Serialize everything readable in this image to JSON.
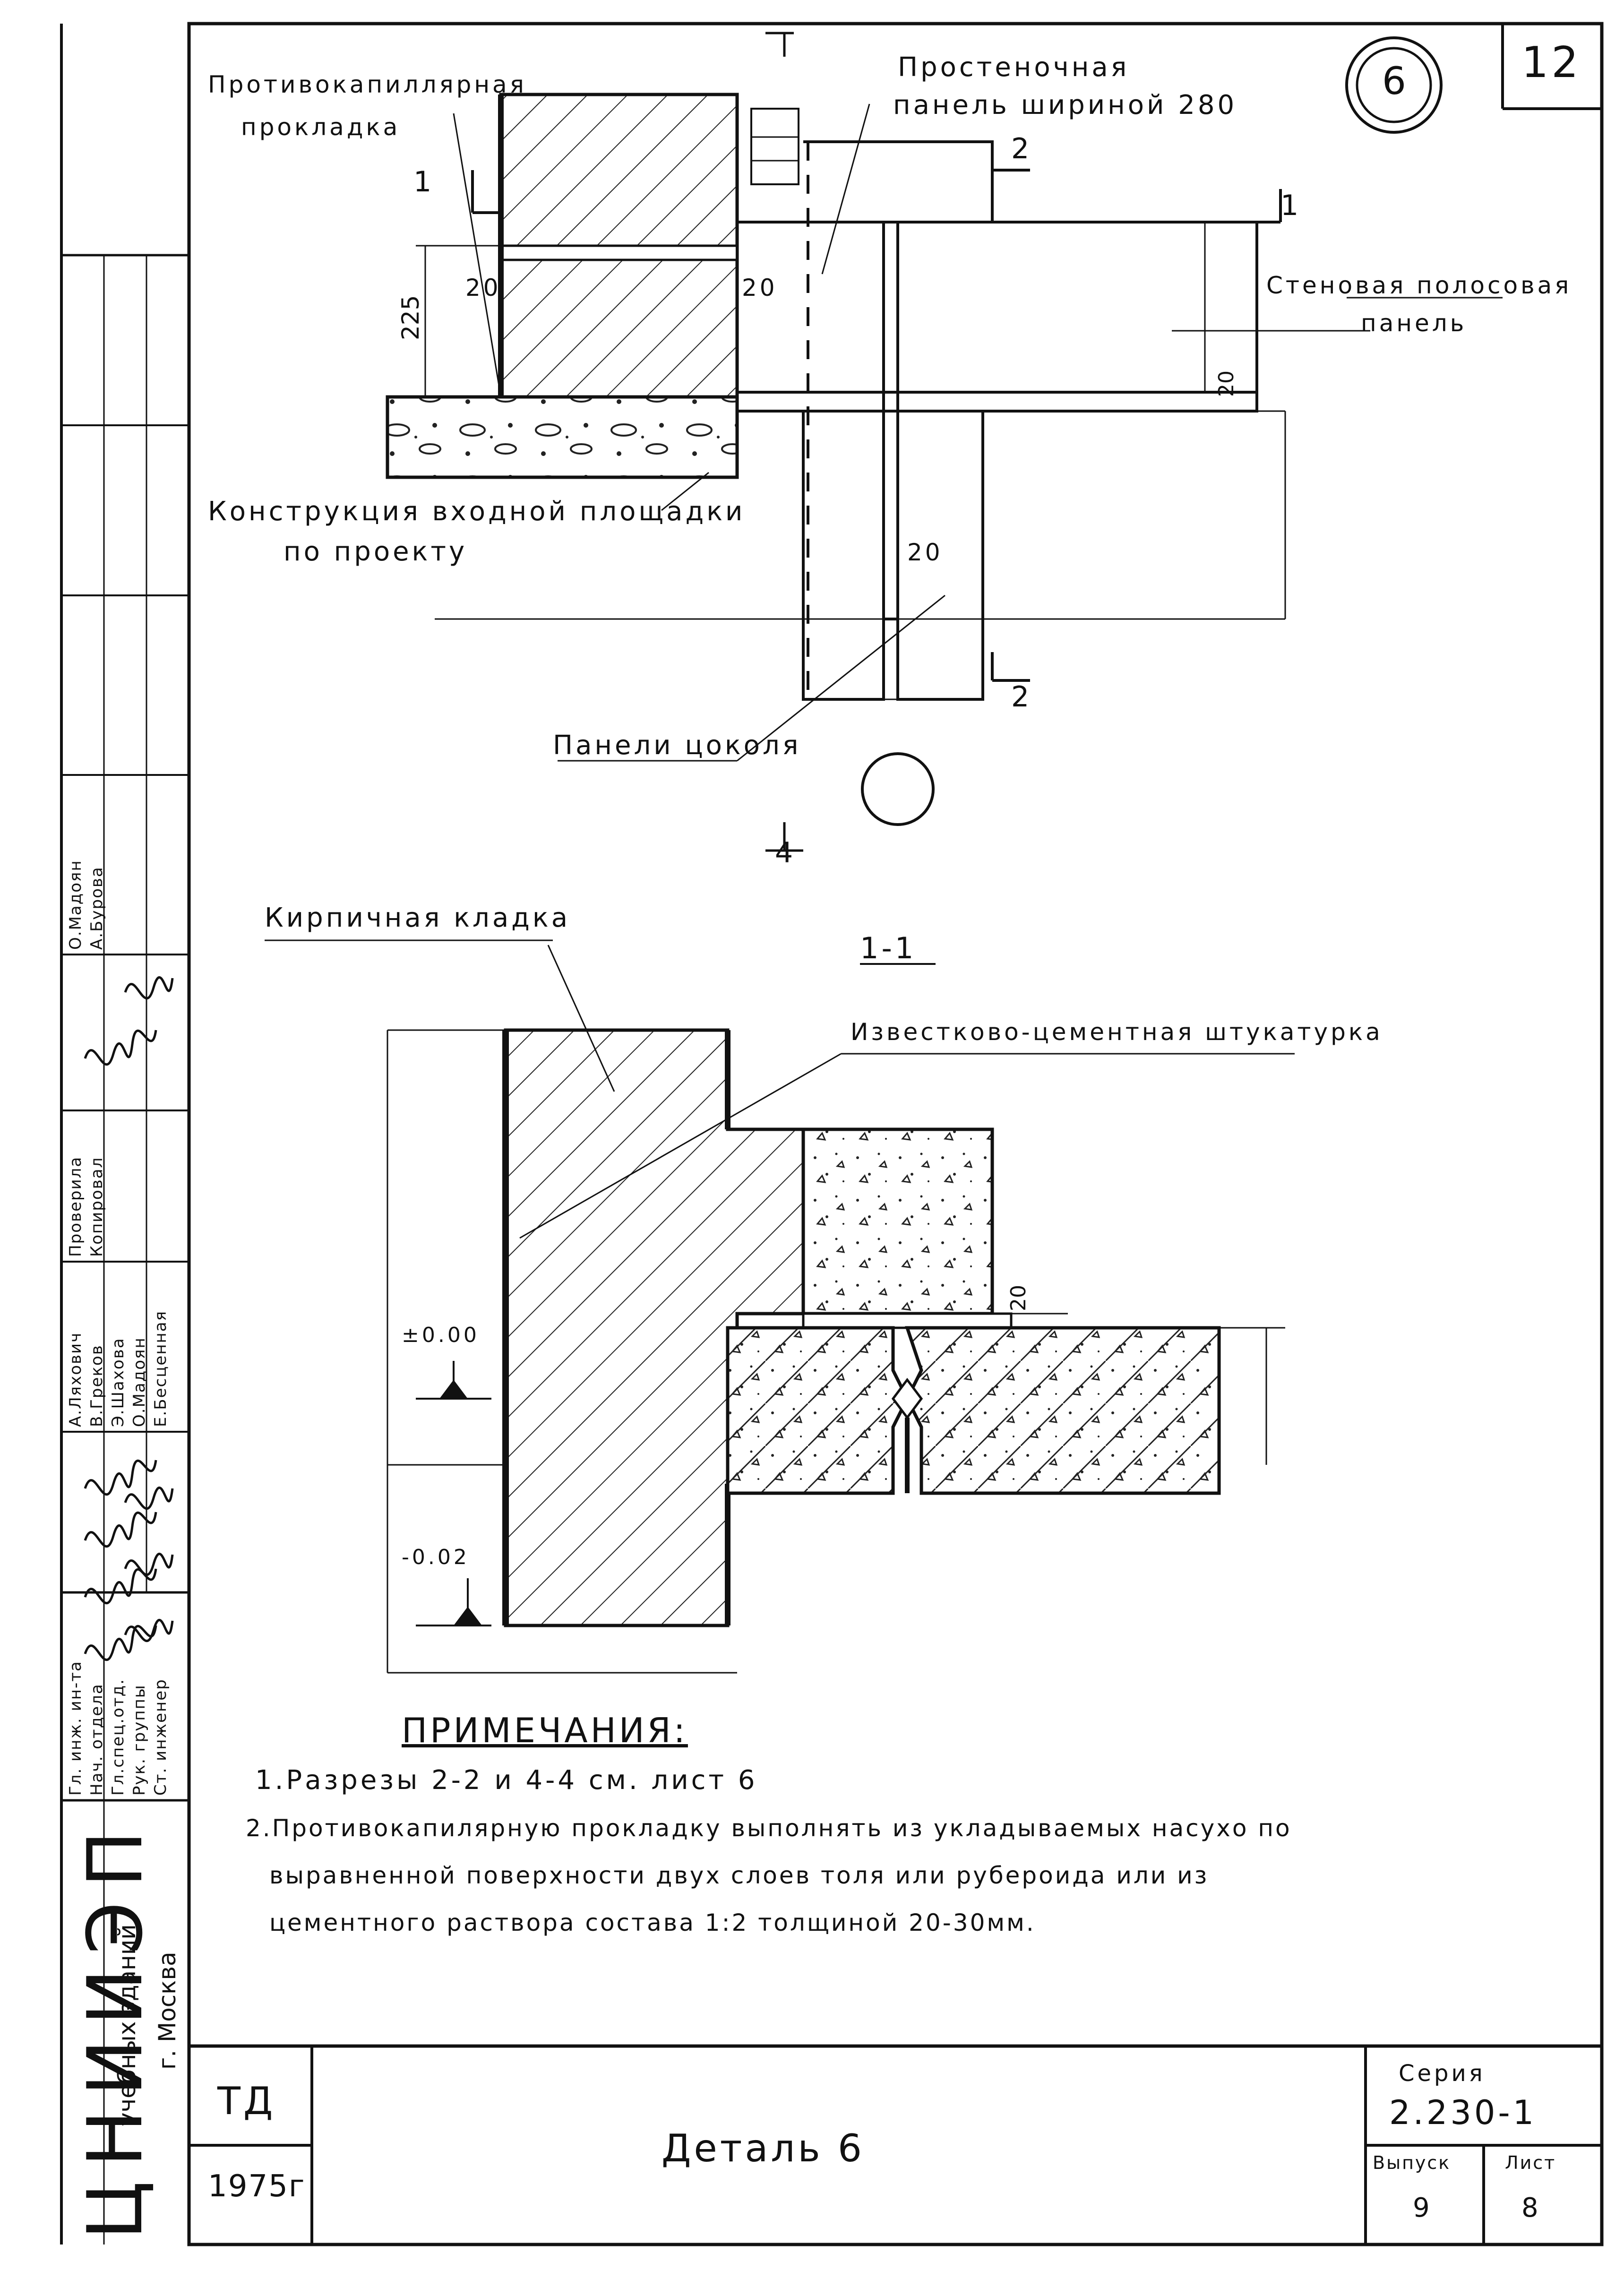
{
  "sheet": {
    "sheet_number": "12",
    "detail_circle": "6",
    "section_circle_plan": ""
  },
  "plan": {
    "label_capillary_gasket": "Противокапиллярная",
    "label_capillary_gasket_2": "прокладка",
    "label_pier_panel": "Простеночная",
    "label_pier_panel_2": "панель шириной 280",
    "label_strip_panel": "Стеновая полосовая",
    "label_strip_panel_2": "панель",
    "label_entrance": "Конструкция входной площадки",
    "label_entrance_2": "по проекту",
    "label_plinth": "Панели цоколя",
    "dim_225": "225",
    "dim_20_a": "20",
    "dim_20_b": "20",
    "dim_20_c": "20",
    "dim_20_d": "20",
    "cut_1_left": "1",
    "cut_1_right": "1",
    "cut_2_top": "2",
    "cut_2_bottom": "2",
    "cut_4": "4"
  },
  "section": {
    "title": "1-1",
    "label_brick": "Кирпичная кладка",
    "label_plaster": "Известково-цементная штукатурка",
    "level_top": "±0.00",
    "level_bottom": "-0.02",
    "dim_20": "20"
  },
  "notes": {
    "heading": "ПРИМЕЧАНИЯ:",
    "line1": "1.Разрезы 2-2 и 4-4 см. лист 6",
    "line2": "2.Противокапилярную прокладку выполнять из укладываемых насухо по",
    "line3": "выравненной поверхности двух слоев толя или рубероида или из",
    "line4": "цементного раствора состава 1:2 толщиной 20-30мм."
  },
  "stamp": {
    "org_big": "ЦНИИЭП",
    "org_line1": "учебных зданий",
    "org_line2": "г. Москва",
    "roles": [
      "Гл. инж. ин-та",
      "Нач. отдела",
      "Гл.спец.отд.",
      "Рук. группы",
      "Ст. инженер"
    ],
    "names": [
      "А.Ляхович",
      "В.Греков",
      "Э.Шахова",
      "О.Мадоян",
      "Е.Бесценная"
    ],
    "roles2": [
      "Проверила",
      "Копировал"
    ],
    "names2": [
      "О.Мадоян",
      "А.Бурова"
    ]
  },
  "titleblock": {
    "code": "ТД",
    "year": "1975г",
    "title": "Деталь 6",
    "series_label": "Серия",
    "series_value": "2.230-1",
    "issue_label": "Выпуск",
    "issue_value": "9",
    "sheet_label": "Лист",
    "sheet_value": "8"
  }
}
